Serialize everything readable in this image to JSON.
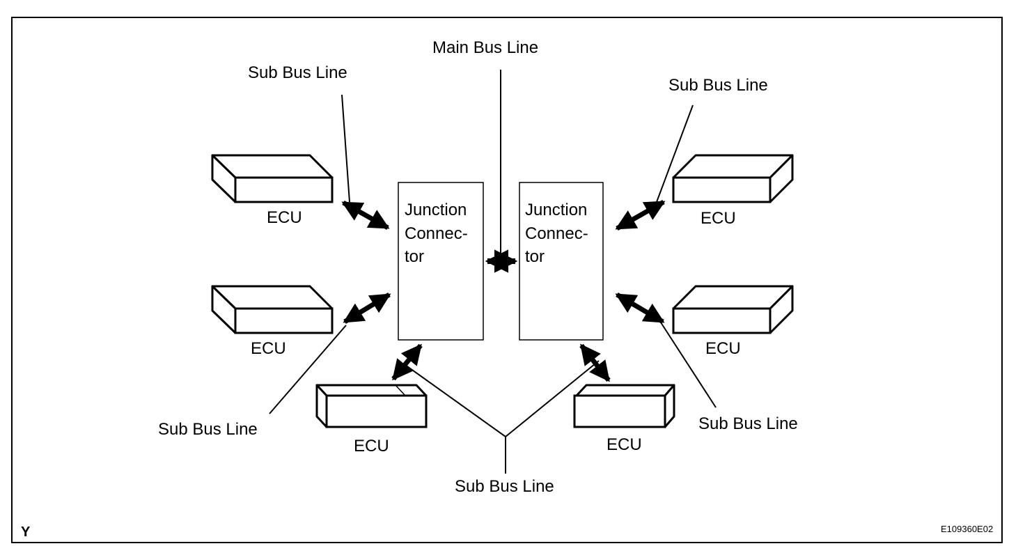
{
  "figure_code": "E109360E02",
  "corner_mark": "Y",
  "junction_connectors": [
    {
      "lines": [
        "Junction",
        "Connec-",
        "tor"
      ]
    },
    {
      "lines": [
        "Junction",
        "Connec-",
        "tor"
      ]
    }
  ],
  "ecus": [
    {
      "label": "ECU",
      "side": "left-top"
    },
    {
      "label": "ECU",
      "side": "left-middle"
    },
    {
      "label": "ECU",
      "side": "left-bottom"
    },
    {
      "label": "ECU",
      "side": "right-bottom"
    },
    {
      "label": "ECU",
      "side": "right-middle"
    },
    {
      "label": "ECU",
      "side": "right-top"
    }
  ],
  "callouts": {
    "main_bus": "Main Bus Line",
    "sub_bus_top_left": "Sub Bus Line",
    "sub_bus_top_right": "Sub Bus Line",
    "sub_bus_mid_left": "Sub Bus Line",
    "sub_bus_mid_right": "Sub Bus Line",
    "sub_bus_bottom": "Sub Bus Line"
  }
}
